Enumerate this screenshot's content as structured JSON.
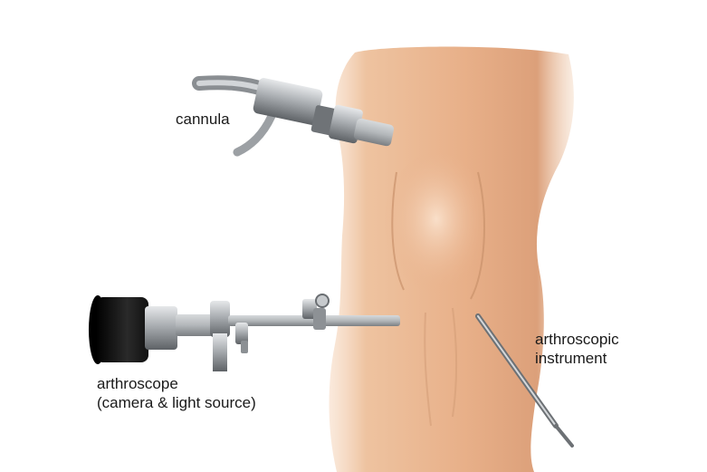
{
  "labels": {
    "cannula": "cannula",
    "arthroscope_line1": "arthroscope",
    "arthroscope_line2": "(camera & light source)",
    "instrument_line1": "arthroscopic",
    "instrument_line2": "instrument"
  },
  "colors": {
    "background": "#ffffff",
    "skin": "#e9b58d",
    "skin_shadow": "#c98c63",
    "skin_highlight": "#f6d6b9",
    "metal": "#aeb2b5",
    "metal_dark": "#5e6266",
    "eyepiece": "#141414"
  }
}
